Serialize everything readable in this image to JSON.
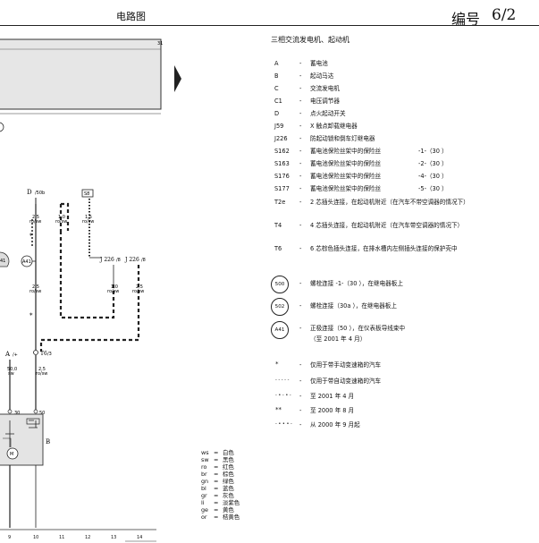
{
  "header": {
    "title": "电路图",
    "number_label": "编号",
    "page": "6/2"
  },
  "panel": {
    "title": "三相交流发电机、起动机",
    "components": [
      {
        "code": "A",
        "desc": "蓄电池"
      },
      {
        "code": "B",
        "desc": "起动马达"
      },
      {
        "code": "C",
        "desc": "交流发电机"
      },
      {
        "code": "C1",
        "desc": "电压调节器"
      },
      {
        "code": "D",
        "desc": "点火起动开关"
      },
      {
        "code": "J59",
        "desc": "X 触点卸载继电器"
      },
      {
        "code": "J226",
        "desc": "防起动锁和倒车灯继电器"
      },
      {
        "code": "S162",
        "desc": "蓄电池保险丝架中的保险丝",
        "fuse": "-1-（30 ）"
      },
      {
        "code": "S163",
        "desc": "蓄电池保险丝架中的保险丝",
        "fuse": "-2-（30 ）"
      },
      {
        "code": "S176",
        "desc": "蓄电池保险丝架中的保险丝",
        "fuse": "-4-（30 ）"
      },
      {
        "code": "S177",
        "desc": "蓄电池保险丝架中的保险丝",
        "fuse": "-5-（30 ）"
      },
      {
        "code": "T2e",
        "desc": "2 芯插头连接，在起动机附近（在汽车不带空调器的情况下）"
      },
      {
        "code": "T4",
        "desc": "4 芯插头连接，在起动机附近（在汽车带空调器的情况下）"
      },
      {
        "code": "T6",
        "desc": "6 芯棕色插头连接，在排水槽内左侧插头连接的保护壳中"
      }
    ],
    "connections": [
      {
        "code": "500",
        "desc": "螺栓连接 -1-（30 ），在继电器板上"
      },
      {
        "code": "502",
        "desc": "螺栓连接（30a ），在继电器板上"
      },
      {
        "code": "A41",
        "desc": "正极连接（50 ），在仪表板导线束中",
        "sub": "（至 2001 年 4 月）"
      }
    ],
    "legend": [
      {
        "sym": "*",
        "desc": "仅用于带手动变速箱的汽车"
      },
      {
        "sym": "- - - - -",
        "desc": "仅用于带自动变速箱的汽车"
      },
      {
        "sym": "- • - • -",
        "desc": "至 2001 年 4 月"
      },
      {
        "sym": "**",
        "desc": "至 2000 年 8 月"
      },
      {
        "sym": "- • • • -",
        "desc": "从 2000 年 9 月起"
      }
    ]
  },
  "colors": [
    {
      "code": "ws",
      "name": "白色"
    },
    {
      "code": "sw",
      "name": "黑色"
    },
    {
      "code": "ro",
      "name": "红色"
    },
    {
      "code": "br",
      "name": "棕色"
    },
    {
      "code": "gn",
      "name": "绿色"
    },
    {
      "code": "bl",
      "name": "蓝色"
    },
    {
      "code": "gr",
      "name": "灰色"
    },
    {
      "code": "li",
      "name": "淡紫色"
    },
    {
      "code": "ge",
      "name": "黄色"
    },
    {
      "code": "or",
      "name": "桔黄色"
    }
  ],
  "diagram": {
    "labels": {
      "d": "D",
      "d_sub": "/50b",
      "s8": "S8",
      "j226a": "J 226",
      "j226a_pin": "/8",
      "j226b": "J 226",
      "j226b_pin": "/8",
      "a41": "A41",
      "a": "A",
      "a_pin": "/+",
      "t61": "T6",
      "t61_pin": "/3",
      "b": "B",
      "m": "M",
      "pin30": "30",
      "pin50": "50",
      "w1": "2,5\nro/sw",
      "w2": "1,0\nro/sw",
      "w3": "1,5\nro/sw",
      "w4": "1,0\nro/sw",
      "w5": "2,5\nro/sw",
      "w6": "2,5\nro/sw",
      "w7": "50,0\nsw",
      "w8": "2,5\nro/sw",
      "conn41": "41",
      "tick31": "31"
    },
    "track": [
      "9",
      "10",
      "11",
      "12",
      "13",
      "14"
    ]
  }
}
